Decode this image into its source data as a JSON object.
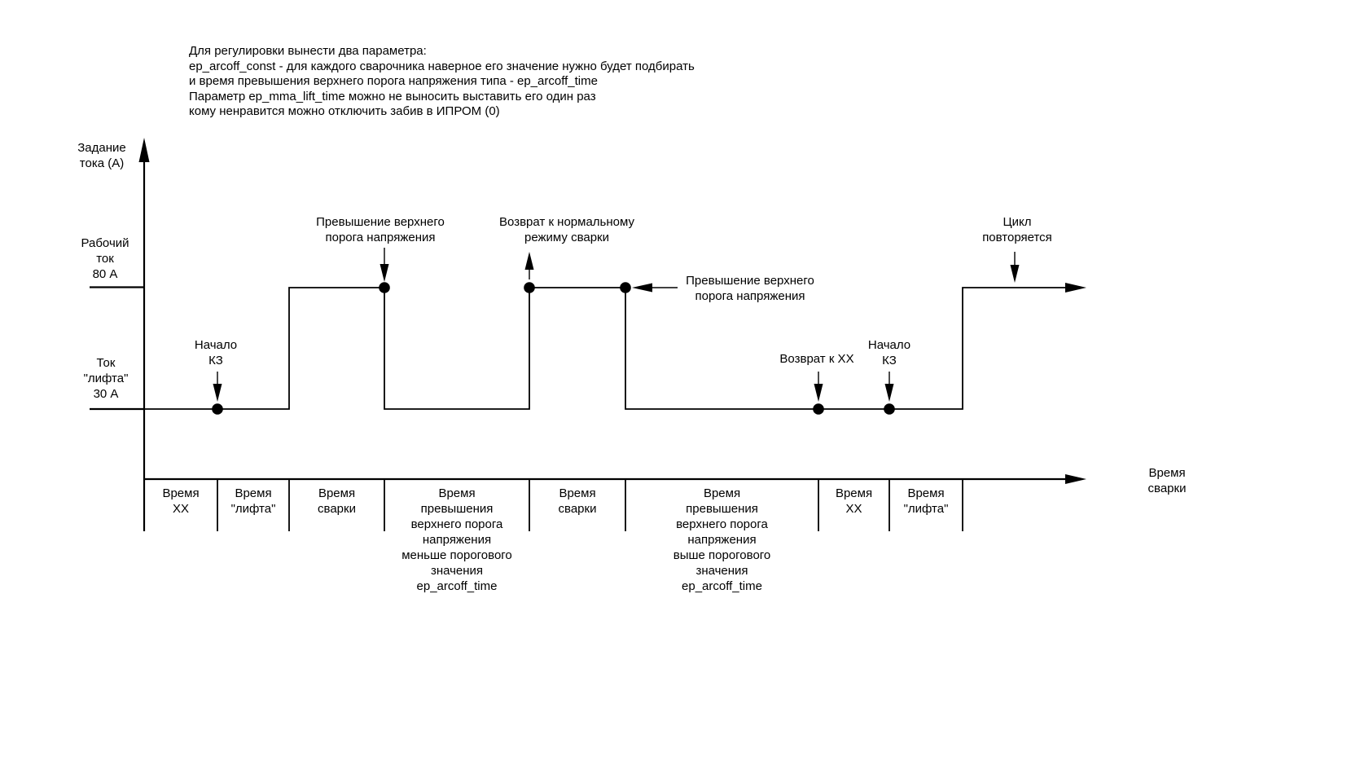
{
  "canvas": {
    "background": "#ffffff",
    "ink": "#000000"
  },
  "note": {
    "text": "Для регулировки вынести два параметра:\nep_arcoff_const - для каждого сварочника наверное его значение нужно будет подбирать\nи время превышения верхнего порога напряжения типа - ep_arcoff_time\nПараметр ep_mma_lift_time можно не выносить выставить его один раз\nкому ненравится можно отключить забив в ИПРОМ (0)"
  },
  "axis": {
    "y_label": "Задание\nтока (А)",
    "x_label": "Время\nсварки",
    "working_current": "Рабочий\nток\n80 А",
    "lift_current": "Ток\n\"лифта\"\n30 А"
  },
  "annotations": {
    "exceed_upper_left": "Превышение верхнего\nпорога напряжения",
    "return_normal": "Возврат к нормальному\nрежиму сварки",
    "exceed_upper_right": "Превышение верхнего\nпорога напряжения",
    "start_kz_left": "Начало\nКЗ",
    "return_xx": "Возврат к ХХ",
    "start_kz_right": "Начало\nКЗ",
    "cycle_repeats": "Цикл\nповторяется"
  },
  "timeline": {
    "segments": [
      {
        "label": "Время\nХХ"
      },
      {
        "label": "Время\n\"лифта\""
      },
      {
        "label": "Время\nсварки"
      },
      {
        "label": "Время\nпревышения\nверхнего порога\nнапряжения\nменьше порогового\nзначения\nep_arcoff_time"
      },
      {
        "label": "Время\nсварки"
      },
      {
        "label": "Время\nпревышения\nверхнего порога\nнапряжения\nвыше порогового\nзначения\nep_arcoff_time"
      },
      {
        "label": "Время\nХХ"
      },
      {
        "label": "Время\n\"лифта\""
      }
    ]
  },
  "chart_data": {
    "type": "line",
    "subtype": "step-timing-diagram",
    "title": "",
    "xlabel": "Время сварки",
    "ylabel": "Задание тока (А)",
    "levels": {
      "working_current_A": 80,
      "lift_current_A": 30
    },
    "sequence": [
      {
        "phase": "Время ХХ",
        "current_A": 30
      },
      {
        "phase": "Время \"лифта\"",
        "current_A": 30
      },
      {
        "phase": "Время сварки",
        "current_A": 80
      },
      {
        "phase": "Время превышения верхнего порога напряжения меньше порогового значения ep_arcoff_time",
        "current_A": 30
      },
      {
        "phase": "Время сварки",
        "current_A": 80
      },
      {
        "phase": "Время превышения верхнего порога напряжения выше порогового значения ep_arcoff_time",
        "current_A": 30
      },
      {
        "phase": "Время ХХ",
        "current_A": 30
      },
      {
        "phase": "Время \"лифта\"",
        "current_A": 30
      },
      {
        "phase": "Цикл повторяется",
        "current_A": 80
      }
    ],
    "events": [
      "Начало КЗ",
      "Превышение верхнего порога напряжения",
      "Возврат к нормальному режиму сварки",
      "Превышение верхнего порога напряжения",
      "Возврат к ХХ",
      "Начало КЗ",
      "Цикл повторяется"
    ]
  }
}
